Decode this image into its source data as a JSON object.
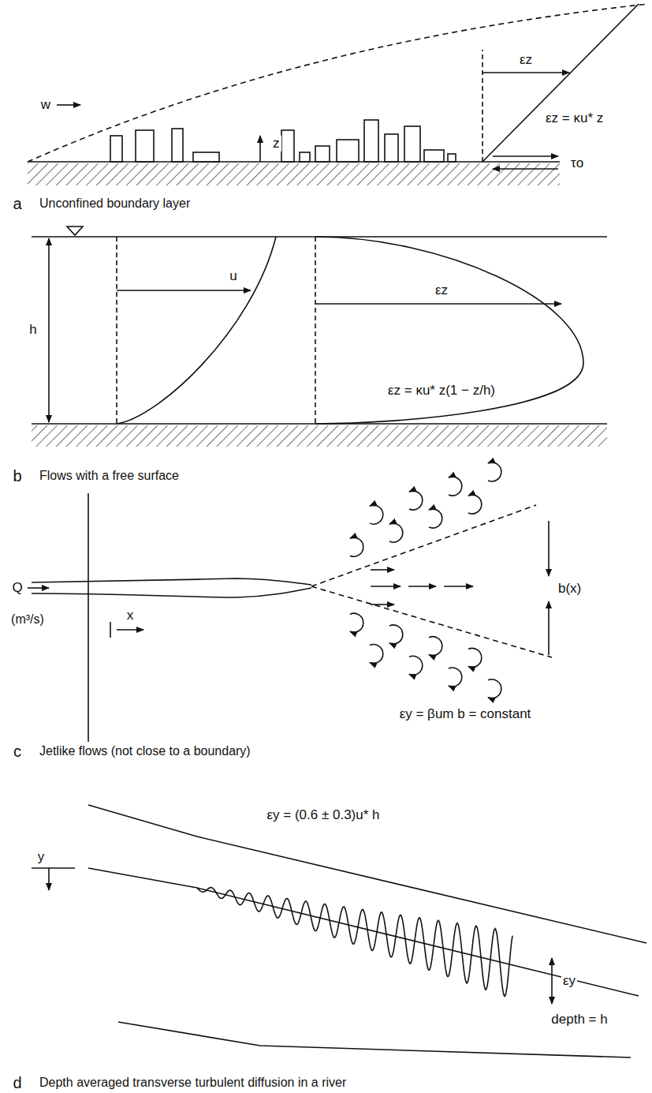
{
  "diagram": {
    "labels": [
      "w",
      "z",
      "εz",
      "εz = κu* z",
      "τo",
      "a",
      "Unconfined boundary layer",
      "h",
      "u",
      "εz",
      "εz = κu* z(1 − z/h)",
      "b",
      "Flows with a free surface",
      "Q",
      "(m³/s)",
      "b(x)",
      "x",
      "εy = βum b = constant",
      "c",
      "Jetlike flows (not close to a boundary)",
      "εy = (0.6 ± 0.3)u* h",
      "y",
      "εy",
      "depth = h",
      "d",
      "Depth averaged transverse turbulent diffusion in a river"
    ]
  }
}
